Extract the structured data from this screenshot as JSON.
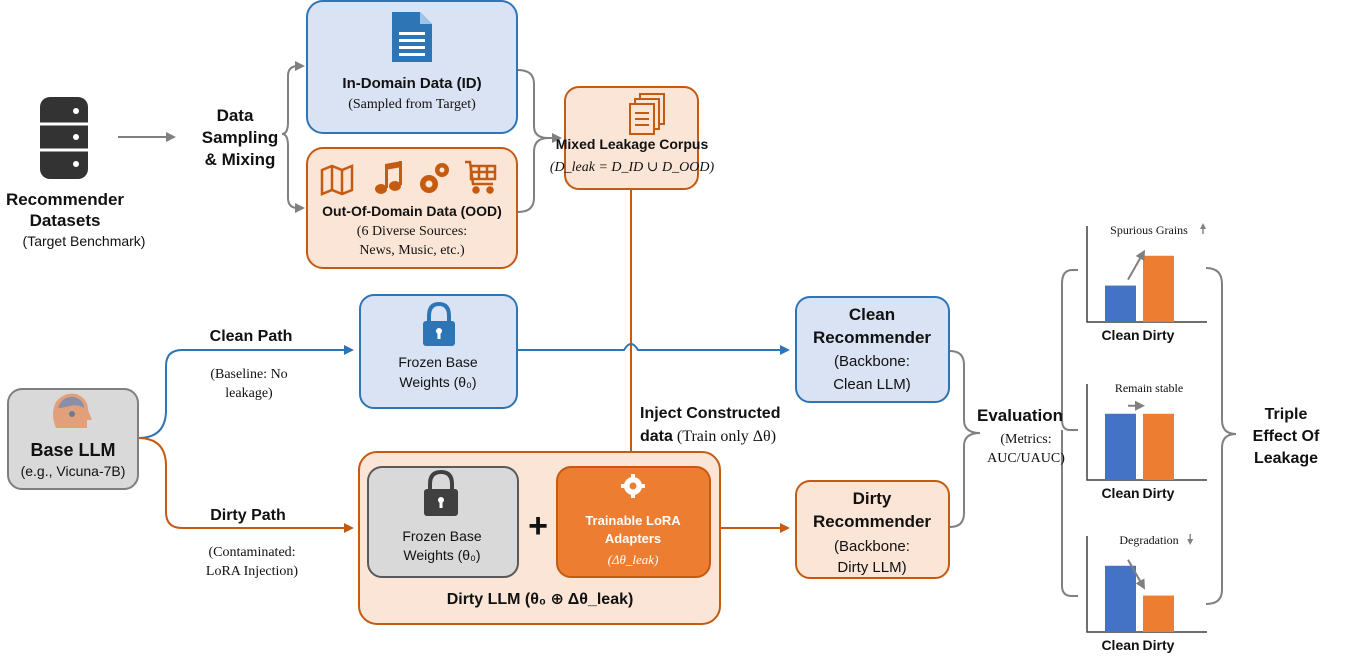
{
  "datasets": {
    "title_line1": "Recommender",
    "title_line2": "Datasets",
    "subtitle": "(Target Benchmark)",
    "icon": "database-icon"
  },
  "sampling": {
    "line1": "Data",
    "line2": "Sampling",
    "line3": "& Mixing"
  },
  "in_domain": {
    "title": "In-Domain Data (ID)",
    "subtitle": "(Sampled from Target)",
    "icon": "document-icon"
  },
  "out_domain": {
    "title": "Out-Of-Domain Data (OOD)",
    "line1": "(6 Diverse Sources:",
    "line2": "News, Music, etc.)",
    "icons": [
      "map-icon",
      "music-note-icon",
      "gears-icon",
      "cart-icon"
    ]
  },
  "mixed": {
    "title": "Mixed Leakage Corpus",
    "formula": "(D_leak = D_ID ∪ D_OOD)",
    "icon": "documents-stack-icon"
  },
  "base_llm": {
    "title": "Base LLM",
    "subtitle": "(e.g., Vicuna-7B)",
    "icon": "brain-head-icon"
  },
  "clean_path": {
    "label": "Clean Path",
    "note_line1": "(Baseline: No",
    "note_line2": "leakage)"
  },
  "dirty_path": {
    "label": "Dirty Path",
    "note_line1": "(Contaminated:",
    "note_line2": "LoRA Injection)"
  },
  "frozen_clean": {
    "line1": "Frozen Base",
    "line2": "Weights (θ₀)",
    "icon": "lock-icon"
  },
  "dirty_llm": {
    "caption": "Dirty LLM (θ₀ ⊕ Δθ_leak)",
    "frozen_line1": "Frozen Base",
    "frozen_line2": "Weights (θ₀)",
    "plus": "+",
    "lora_line1": "Trainable LoRA",
    "lora_line2": "Adapters",
    "lora_line3": "(Δθ_leak)"
  },
  "inject": {
    "line1": "Inject Constructed",
    "line2_bold": "data",
    "line2_rest": " (Train only Δθ)"
  },
  "clean_rec": {
    "line1": "Clean",
    "line2": "Recommender",
    "line3": "(Backbone:",
    "line4": "Clean LLM)"
  },
  "dirty_rec": {
    "line1": "Dirty",
    "line2": "Recommender",
    "line3": "(Backbone:",
    "line4": "Dirty LLM)"
  },
  "evaluation": {
    "title": "Evaluation",
    "line1": "(Metrics:",
    "line2": "AUC/UAUC)"
  },
  "triple": {
    "line1": "Triple",
    "line2": "Effect Of",
    "line3": "Leakage"
  },
  "colors": {
    "blue_border": "#2e75b6",
    "blue_fill": "#dae3f3",
    "orange_border": "#c55a11",
    "orange_fill": "#fbe5d6",
    "orange_solid": "#ed7d31",
    "grey_fill": "#d9d9d9",
    "bar_blue": "#4472c4",
    "bar_orange": "#ed7d31",
    "arrow_grey": "#808080"
  },
  "mini_charts": [
    {
      "title": "Spurious Grains",
      "trend": "up",
      "categories": [
        "Clean",
        "Dirty"
      ],
      "values": [
        0.55,
        1.0
      ]
    },
    {
      "title": "Remain stable",
      "trend": "flat",
      "categories": [
        "Clean",
        "Dirty"
      ],
      "values": [
        1.0,
        1.0
      ]
    },
    {
      "title": "Degradation",
      "trend": "down",
      "categories": [
        "Clean",
        "Dirty"
      ],
      "values": [
        1.0,
        0.55
      ]
    }
  ]
}
